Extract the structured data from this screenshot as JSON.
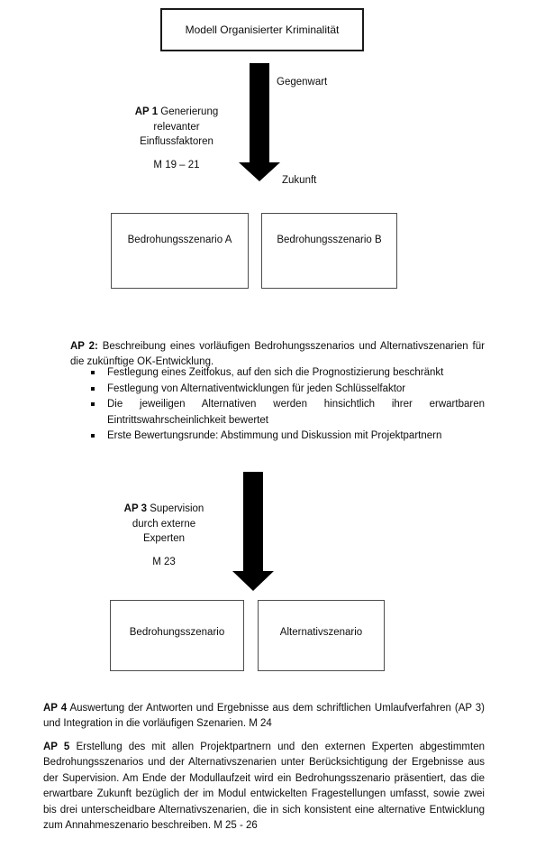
{
  "diagram": {
    "top_node": {
      "label": "Modell Organisierter Kriminalität"
    },
    "timeline": {
      "present_label": "Gegenwart",
      "future_label": "Zukunft"
    },
    "ap1": {
      "tag": "AP 1",
      "line1": " Generierung",
      "line2": "relevanter",
      "line3": "Einflussfaktoren",
      "milestone": "M 19 – 21"
    },
    "scenario_boxes_upper": [
      {
        "label": "Bedrohungsszenario A"
      },
      {
        "label": "Bedrohungsszenario B"
      }
    ],
    "ap2": {
      "tag": "AP 2:",
      "text": " Beschreibung eines vorläufigen Bedrohungsszenarios und Alternativszenarien für die zukünftige OK-Entwicklung.",
      "bullets": [
        "Festlegung eines Zeitfokus, auf den sich die Prognostizierung beschränkt",
        "Festlegung von Alternativentwicklungen für jeden Schlüsselfaktor",
        "Die jeweiligen Alternativen werden hinsichtlich ihrer erwartbaren Eintrittswahrscheinlichkeit bewertet",
        "Erste Bewertungsrunde: Abstimmung und Diskussion mit Projektpartnern"
      ]
    },
    "ap3": {
      "tag": "AP 3",
      "line1": " Supervision",
      "line2": "durch externe",
      "line3": "Experten",
      "milestone": "M 23"
    },
    "scenario_boxes_lower": [
      {
        "label": "Bedrohungsszenario"
      },
      {
        "label": "Alternativszenario"
      }
    ],
    "ap4": {
      "tag": "AP 4",
      "text": " Auswertung der Antworten und Ergebnisse aus dem schriftlichen Umlaufverfahren (AP 3) und Integration in die vorläufigen Szenarien. M 24"
    },
    "ap5": {
      "tag": "AP 5",
      "text": " Erstellung des mit allen Projektpartnern und den externen Experten abgestimmten Bedrohungsszenarios und der Alternativszenarien unter Berücksichtigung der Ergebnisse aus der Supervision. Am Ende der Modullaufzeit wird ein Bedrohungsszenario präsentiert, das die erwartbare Zukunft bezüglich der im Modul entwickelten Fragestellungen umfasst, sowie zwei bis drei unterscheidbare Alternativszenarien, die in sich konsistent eine alternative Entwicklung zum Annahmeszenario beschreiben. M 25 - 26"
    },
    "colors": {
      "ink": "#0d0d0d",
      "box_border_thick": "#1a1a1a",
      "box_border_thin": "#4d4d4d",
      "arrow_fill": "#000000",
      "background": "#ffffff"
    }
  }
}
